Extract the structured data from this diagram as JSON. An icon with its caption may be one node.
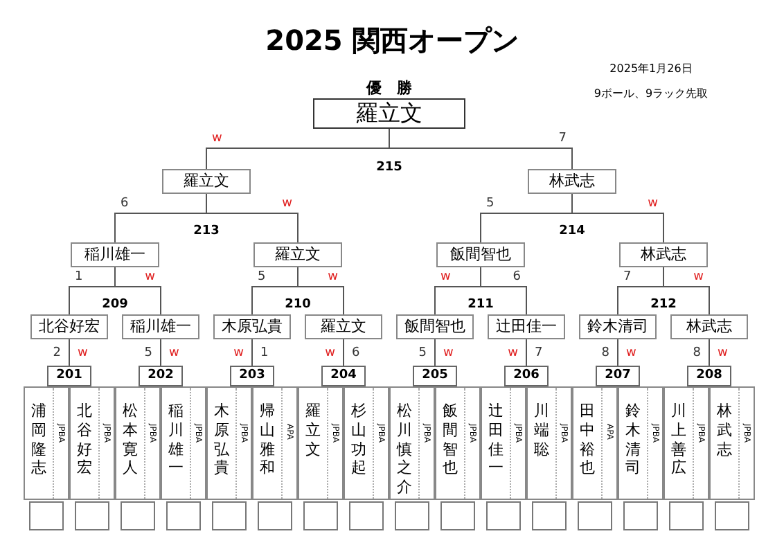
{
  "diagram": {
    "title": "2025 関西オープン",
    "nodes": [
      {
        "text": [
          "優　勝",
          "羅立文"
        ]
      },
      {
        "text": [
          "羅立文"
        ]
      },
      {
        "text": [
          "林武志"
        ]
      },
      {
        "text": [
          "稲川雄一"
        ]
      },
      {
        "text": [
          "羅立文"
        ]
      },
      {
        "text": [
          "飯間智也"
        ]
      },
      {
        "text": [
          "林武志"
        ]
      },
      {
        "text": [
          "北谷好宏"
        ]
      },
      {
        "text": [
          "稲川雄一"
        ]
      },
      {
        "text": [
          "木原弘貴"
        ]
      },
      {
        "text": [
          "羅立文"
        ]
      },
      {
        "text": [
          "飯間智也"
        ]
      },
      {
        "text": [
          "辻田佳一"
        ]
      },
      {
        "text": [
          "鈴木清司"
        ]
      },
      {
        "text": [
          "林武志"
        ]
      },
      {
        "text": [
          "201"
        ],
        "beside": [
          "2",
          "w"
        ]
      },
      {
        "text": [
          "202"
        ],
        "beside": [
          "5",
          "w"
        ]
      },
      {
        "text": [
          "203"
        ],
        "beside": [
          "w",
          "1"
        ]
      },
      {
        "text": [
          "204"
        ],
        "beside": [
          "w",
          "6"
        ]
      },
      {
        "text": [
          "205"
        ],
        "beside": [
          "5",
          "w"
        ]
      },
      {
        "text": [
          "206"
        ],
        "beside": [
          "w",
          "7"
        ]
      },
      {
        "text": [
          "207"
        ],
        "beside": [
          "8",
          "w"
        ]
      },
      {
        "text": [
          "208"
        ],
        "beside": [
          "8",
          "w"
        ]
      },
      {
        "text": [
          "浦岡隆志",
          "JPBA"
        ]
      },
      {
        "text": [
          "北谷好宏",
          "JPBA"
        ]
      },
      {
        "text": [
          "松本寛人",
          "JPBA"
        ]
      },
      {
        "text": [
          "稲川雄一",
          "JPBA"
        ]
      },
      {
        "text": [
          "木原弘貴",
          "JPBA"
        ]
      },
      {
        "text": [
          "帰山雅和",
          "APA"
        ]
      },
      {
        "text": [
          "羅立文",
          "JPBA"
        ]
      },
      {
        "text": [
          "杉山功起",
          "JPBA"
        ]
      },
      {
        "text": [
          "松川慎之介",
          "JPBA"
        ]
      },
      {
        "text": [
          "飯間智也",
          "JPBA"
        ]
      },
      {
        "text": [
          "辻田佳一",
          "JPBA"
        ]
      },
      {
        "text": [
          "川端聡",
          "JPBA"
        ]
      },
      {
        "text": [
          "田中裕也",
          "APA"
        ]
      },
      {
        "text": [
          "鈴木清司",
          "JPBA"
        ]
      },
      {
        "text": [
          "川上善広",
          "JPBA"
        ]
      },
      {
        "text": [
          "林武志",
          "JPBA"
        ]
      },
      {
        "text": [],
        "shape": "box"
      },
      {
        "text": [],
        "shape": "box"
      },
      {
        "text": [],
        "shape": "box"
      },
      {
        "text": [],
        "shape": "box"
      },
      {
        "text": [],
        "shape": "box"
      },
      {
        "text": [],
        "shape": "box"
      },
      {
        "text": [],
        "shape": "box"
      },
      {
        "text": [],
        "shape": "box"
      },
      {
        "text": [],
        "shape": "box"
      },
      {
        "text": [],
        "shape": "box"
      },
      {
        "text": [],
        "shape": "box"
      },
      {
        "text": [],
        "shape": "box"
      },
      {
        "text": [],
        "shape": "box"
      },
      {
        "text": [],
        "shape": "box"
      },
      {
        "text": [],
        "shape": "box"
      },
      {
        "text": [],
        "shape": "box"
      }
    ],
    "edges": [
      {
        "from": 1,
        "to": 0,
        "arrow": "none",
        "label": "w"
      },
      {
        "from": 2,
        "to": 0,
        "arrow": "none",
        "label": "7"
      },
      {
        "from": 3,
        "to": 1,
        "arrow": "none",
        "label": "6"
      },
      {
        "from": 4,
        "to": 1,
        "arrow": "none",
        "label": "w"
      },
      {
        "from": 5,
        "to": 2,
        "arrow": "none",
        "label": "5"
      },
      {
        "from": 6,
        "to": 2,
        "arrow": "none",
        "label": "w"
      },
      {
        "from": 7,
        "to": 3,
        "arrow": "none",
        "label": "1"
      },
      {
        "from": 8,
        "to": 3,
        "arrow": "none",
        "label": "w"
      },
      {
        "from": 9,
        "to": 4,
        "arrow": "none",
        "label": "5"
      },
      {
        "from": 10,
        "to": 4,
        "arrow": "none",
        "label": "w"
      },
      {
        "from": 11,
        "to": 5,
        "arrow": "none",
        "label": "w"
      },
      {
        "from": 12,
        "to": 5,
        "arrow": "none",
        "label": "6"
      },
      {
        "from": 13,
        "to": 6,
        "arrow": "none",
        "label": "7"
      },
      {
        "from": 14,
        "to": 6,
        "arrow": "none",
        "label": "w"
      },
      {
        "from": 15,
        "to": 7,
        "arrow": "none"
      },
      {
        "from": 16,
        "to": 8,
        "arrow": "none"
      },
      {
        "from": 17,
        "to": 9,
        "arrow": "none"
      },
      {
        "from": 18,
        "to": 10,
        "arrow": "none"
      },
      {
        "from": 19,
        "to": 11,
        "arrow": "none"
      },
      {
        "from": 20,
        "to": 12,
        "arrow": "none"
      },
      {
        "from": 21,
        "to": 13,
        "arrow": "none"
      },
      {
        "from": 22,
        "to": 14,
        "arrow": "none"
      }
    ],
    "labels": [
      "2025年1月26日",
      "9ボール、9ラック先取",
      "215",
      "213",
      "214",
      "209",
      "210",
      "211",
      "212"
    ]
  }
}
